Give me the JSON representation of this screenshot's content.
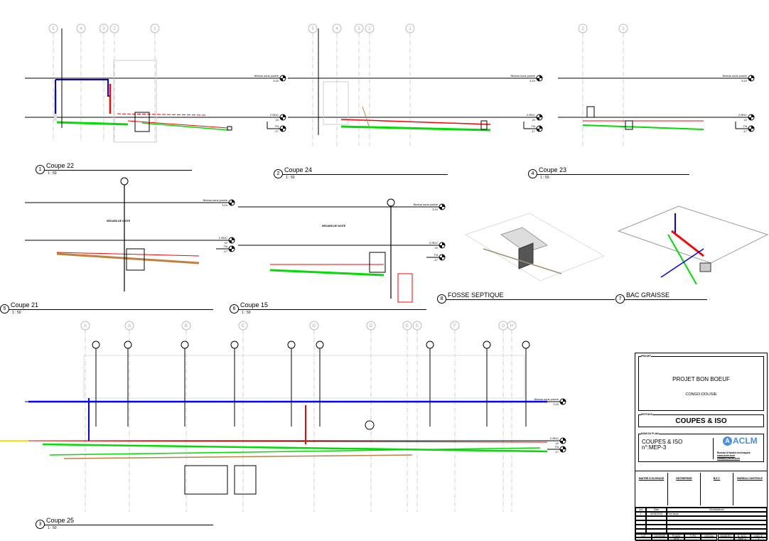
{
  "sections": [
    {
      "num": "1",
      "title": "Coupe 22",
      "scale": "1 : 50"
    },
    {
      "num": "2",
      "title": "Coupe 24",
      "scale": "1 : 50"
    },
    {
      "num": "4",
      "title": "Coupe 23",
      "scale": "1 : 50"
    },
    {
      "num": "5",
      "title": "Coupe 21",
      "scale": "1 : 50"
    },
    {
      "num": "6",
      "title": "Coupe 15",
      "scale": "1 : 50"
    },
    {
      "num": "8",
      "title": "FOSSE SEPTIQUE",
      "scale": ""
    },
    {
      "num": "7",
      "title": "BAC GRAISSE",
      "scale": ""
    },
    {
      "num": "3",
      "title": "Coupe 25",
      "scale": "1 : 50"
    }
  ],
  "levels": {
    "beam": {
      "label": "Niveau sous poutre",
      "value": "3.10"
    },
    "rdc": {
      "label": "2 RDC",
      "value": "±0"
    },
    "tn": {
      "label": "TN",
      "value": "-17"
    }
  },
  "annotations": {
    "regard": "REGARD DE VISITE"
  },
  "grids": {
    "coupe22": [
      "5",
      "4",
      "3",
      "2",
      "1"
    ],
    "coupe24": [
      "5",
      "4",
      "3",
      "2",
      "1"
    ],
    "coupe23": [
      "2",
      "1"
    ],
    "coupe25": [
      "A",
      "A",
      "B",
      "C",
      "D",
      "D",
      "E",
      "E",
      "F",
      "G",
      "H"
    ]
  },
  "colors": {
    "cold_water": "#0000ff",
    "hot_water": "#ff0000",
    "waste": "#00dd00",
    "sewage": "#c08040",
    "grid": "#bbbbbb"
  },
  "title_block": {
    "project_label": "PROJET",
    "project_name": "PROJET BON BOEUF",
    "location": "CONGO-DOLISIE",
    "intitule_label": "INTITULE",
    "intitule": "COUPES & ISO",
    "plan_label": "NOM DU PLAN",
    "plan_name": "COUPES & ISO",
    "plan_number": "n°:MEP-3",
    "company": "ACLM",
    "company_desc": "Bureau d'études techniques",
    "company_web": "www.aclm.tech",
    "company_mail": "contact@aclm.tech",
    "roles": [
      "MAITRE D'OUVRAGE",
      "ENTREPRISE",
      "B.E.T.",
      "BUREAU CONTROLE"
    ],
    "rev_headers": [
      "Ind",
      "Date",
      "Modifications"
    ],
    "revisions": [
      {
        "ind": "1",
        "date": "05/05/2025",
        "mod": "First issue"
      }
    ],
    "footer_headers": [
      "LOT",
      "DESSINE",
      "PHASE",
      "TYPE",
      "NIVEAU",
      "NUMERO",
      "N° DOC",
      "INDICE"
    ],
    "footer_values": [
      "",
      "",
      "APD",
      "",
      "",
      "",
      "MEP-3",
      "1"
    ]
  }
}
